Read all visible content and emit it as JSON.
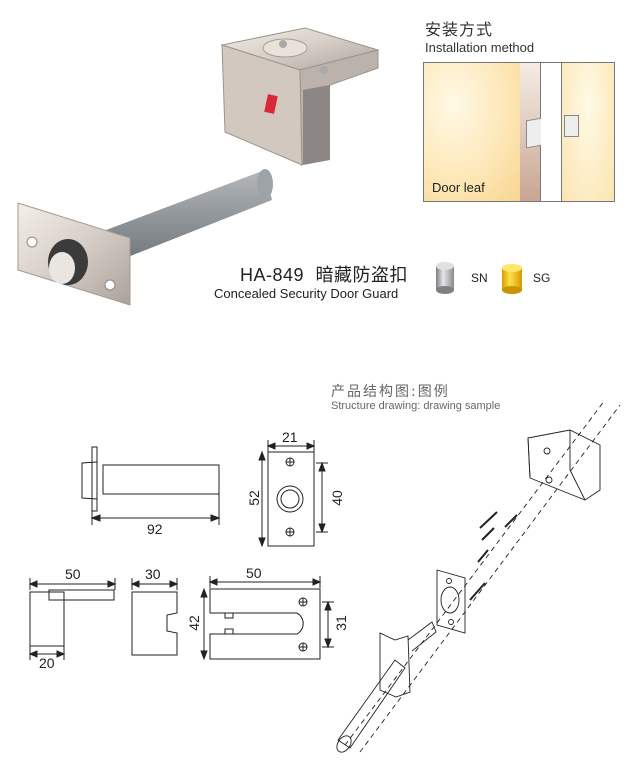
{
  "product": {
    "model": "HA-849",
    "name_cn": "暗藏防盗扣",
    "name_en": "Concealed Security Door Guard"
  },
  "installation": {
    "title_cn": "安装方式",
    "title_en": "Installation method",
    "door_leaf_label": "Door leaf"
  },
  "finishes": [
    {
      "code": "SN",
      "color": "#c9c6c2"
    },
    {
      "code": "SG",
      "color": "#f0c419"
    }
  ],
  "structure": {
    "title_cn": "产品结构图:图例",
    "title_en": "Structure drawing: drawing sample"
  },
  "dimensions": {
    "bolt_length": "92",
    "plate_width": "21",
    "plate_height": "52",
    "plate_hole_spacing": "40",
    "receiver_side_width": "50",
    "receiver_side_depth": "20",
    "receiver_end_width": "30",
    "receiver_top_width": "50",
    "receiver_top_height": "42",
    "receiver_hole_spacing": "31"
  },
  "colors": {
    "accent_red": "#d8283a",
    "wood_light": "#fbe6b4",
    "line": "#222222"
  }
}
